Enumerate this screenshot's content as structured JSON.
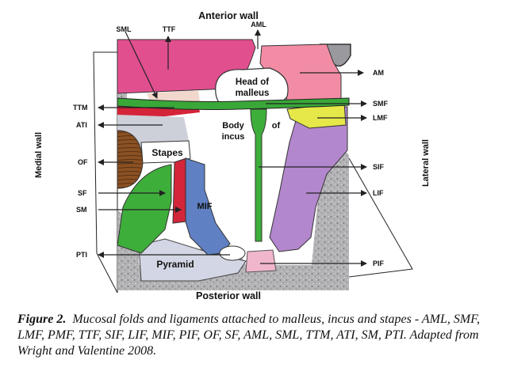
{
  "walls": {
    "anterior": "Anterior wall",
    "posterior": "Posterior wall",
    "medial": "Medial wall",
    "lateral": "Lateral wall"
  },
  "structures": {
    "head_of_malleus_line1": "Head of",
    "head_of_malleus_line2": "malleus",
    "body_of_incus_line1": "Body",
    "body_of_incus_line2": "incus",
    "body_of_incus_of": "of",
    "stapes": "Stapes",
    "mif": "MIF",
    "pyramid": "Pyramid"
  },
  "labels": {
    "sml": "SML",
    "ttf": "TTF",
    "aml": "AML",
    "am": "AM",
    "smf": "SMF",
    "lmf": "LMF",
    "ttm": "TTM",
    "ati": "ATI",
    "of": "OF",
    "sif": "SIF",
    "sf": "SF",
    "lif": "LIF",
    "sm": "SM",
    "pti": "PTI",
    "pif": "PIF"
  },
  "caption": {
    "figure": "Figure 2.",
    "text": "Mucosal folds and ligaments attached to malleus, incus and stapes - AML, SMF, LMF, PMF, TTF, SIF, LIF, MIF, PIF, OF, SF, AML, SML, TTM, ATI, SM, PTI. Adapted from Wright and Valentine 2008."
  },
  "colors": {
    "bone": "#a9a9ad",
    "malleus_pink": "#e8578f",
    "am_pink": "#f08aa0",
    "green": "#3cab3a",
    "purple": "#b487cc",
    "blue": "#5f80c0",
    "yellow": "#e8e84a",
    "red": "#d3263a",
    "wood": "#8a4f22"
  }
}
